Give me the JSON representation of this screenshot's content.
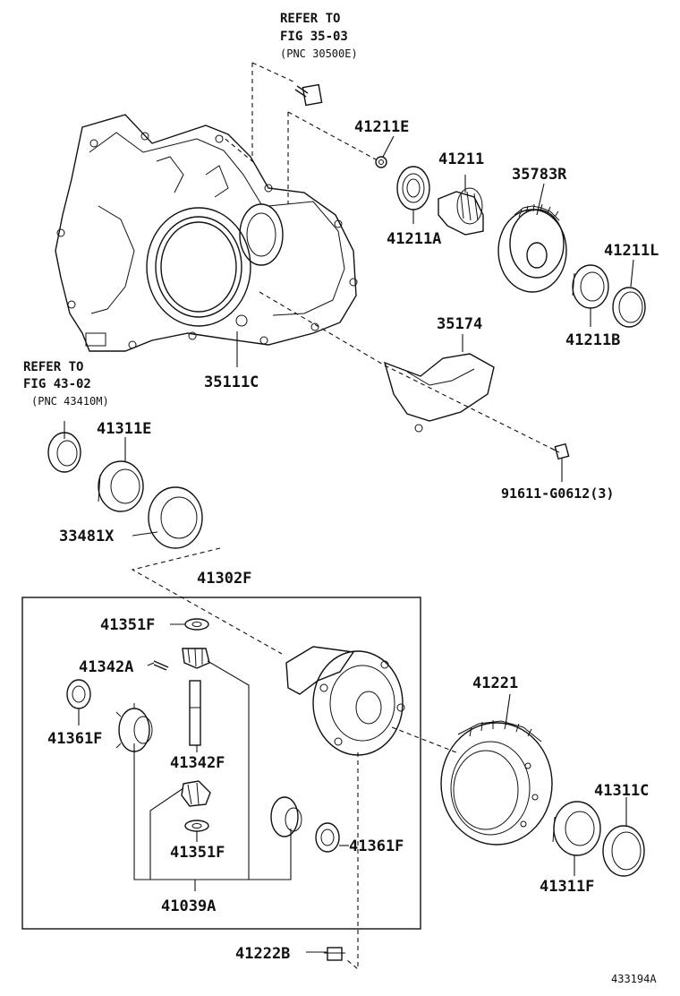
{
  "labels": {
    "refer_top_1": "REFER TO",
    "refer_top_2": "FIG 35-03",
    "refer_top_3": "(PNC 30500E)",
    "refer_left_1": "REFER TO",
    "refer_left_2": "FIG 43-02",
    "refer_left_3": "(PNC 43410M)",
    "p41211E": "41211E",
    "p41211": "41211",
    "p35783R": "35783R",
    "p41211A": "41211A",
    "p41211L": "41211L",
    "p41211B": "41211B",
    "p35174": "35174",
    "p35111C": "35111C",
    "p91611": "91611-G0612(3)",
    "p41311E": "41311E",
    "p33481X": "33481X",
    "p41302F": "41302F",
    "p41351F_top": "41351F",
    "p41342A": "41342A",
    "p41361F_left": "41361F",
    "p41342F": "41342F",
    "p41351F_bottom": "41351F",
    "p41361F_right": "41361F",
    "p41039A": "41039A",
    "p41221": "41221",
    "p41311C": "41311C",
    "p41311F": "41311F",
    "p41222B": "41222B",
    "figure_id": "433194A"
  }
}
